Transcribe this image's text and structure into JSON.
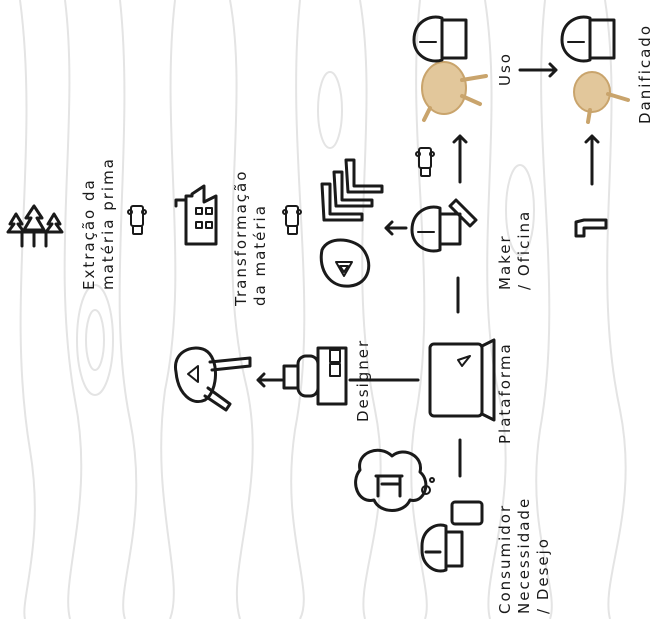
{
  "labels": {
    "extracao": [
      "Extração da",
      "matéria prima"
    ],
    "transformacao": [
      "Transformação",
      "da matéria"
    ],
    "designer": [
      "Designer"
    ],
    "plataforma": [
      "Plataforma"
    ],
    "consumidor": [
      "Consumidor",
      "Necessidade",
      "/ Desejo"
    ],
    "maker": [
      "Maker",
      "/ Oficina"
    ],
    "uso": [
      "Uso"
    ],
    "danificado": [
      "Danificado"
    ]
  },
  "colors": {
    "ink": "#1a1a1a",
    "background": "#ffffff",
    "wood_grain": "#e4e4e4",
    "wood": "#e2c79b"
  }
}
